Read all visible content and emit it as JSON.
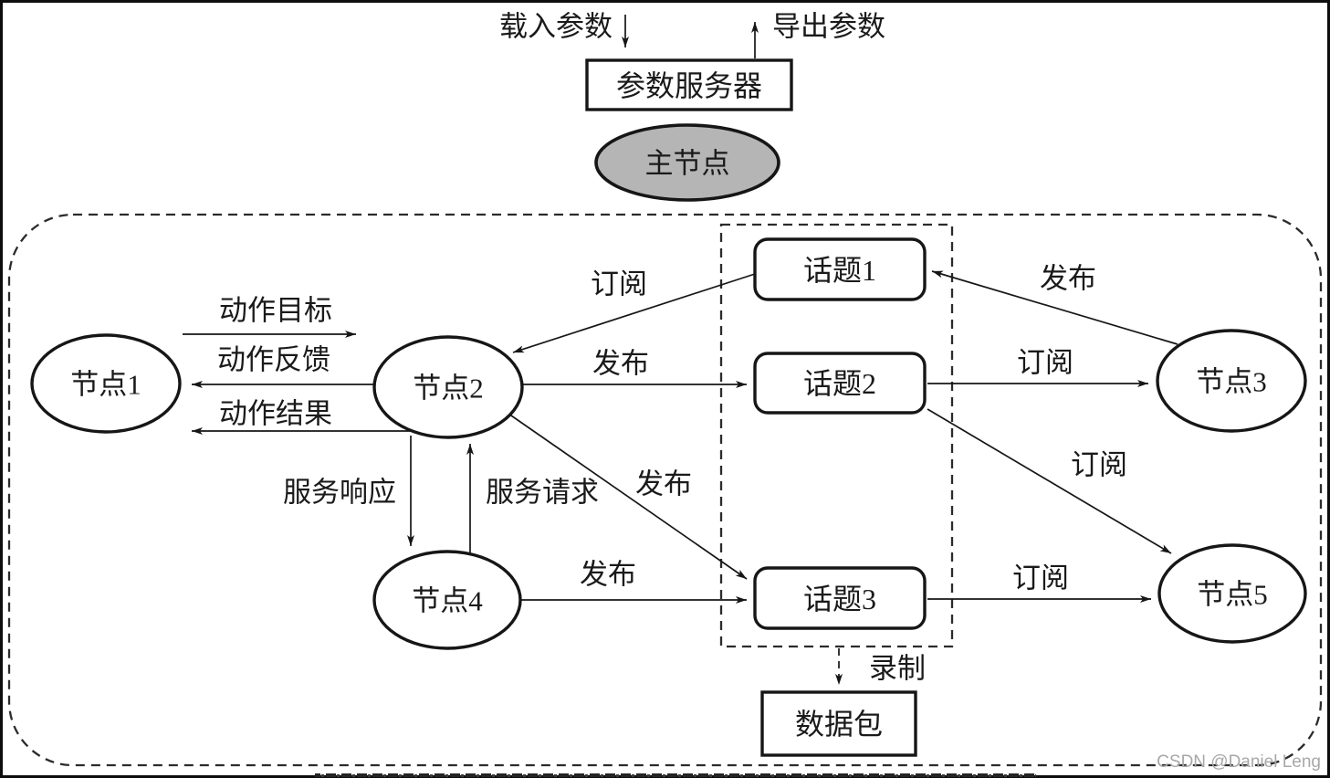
{
  "header": {
    "load_params": "载入参数",
    "export_params": "导出参数",
    "param_server": "参数服务器",
    "master_node": "主节点"
  },
  "nodes": [
    {
      "id": "node1",
      "label": "节点1"
    },
    {
      "id": "node2",
      "label": "节点2"
    },
    {
      "id": "node3",
      "label": "节点3"
    },
    {
      "id": "node4",
      "label": "节点4"
    },
    {
      "id": "node5",
      "label": "节点5"
    }
  ],
  "topics": [
    {
      "id": "topic1",
      "label": "话题1"
    },
    {
      "id": "topic2",
      "label": "话题2"
    },
    {
      "id": "topic3",
      "label": "话题3"
    }
  ],
  "bag": {
    "label": "数据包"
  },
  "edges": [
    {
      "name": "action-goal",
      "label": "动作目标"
    },
    {
      "name": "action-feedback",
      "label": "动作反馈"
    },
    {
      "name": "action-result",
      "label": "动作结果"
    },
    {
      "name": "service-response",
      "label": "服务响应"
    },
    {
      "name": "service-request",
      "label": "服务请求"
    },
    {
      "name": "subscribe-topic1-node2",
      "label": "订阅"
    },
    {
      "name": "publish-node2-topic2",
      "label": "发布"
    },
    {
      "name": "publish-node2-topic3",
      "label": "发布"
    },
    {
      "name": "publish-node4-topic3",
      "label": "发布"
    },
    {
      "name": "publish-node3-topic1",
      "label": "发布"
    },
    {
      "name": "subscribe-topic2-node3",
      "label": "订阅"
    },
    {
      "name": "subscribe-topic2-node5",
      "label": "订阅"
    },
    {
      "name": "subscribe-topic3-node5",
      "label": "订阅"
    },
    {
      "name": "record",
      "label": "录制"
    }
  ],
  "watermark": "CSDN @Daniel Leng",
  "colors": {
    "master_node_fill": "#b5b5b5",
    "line": "#161616",
    "watermark": "#a8a8a8"
  }
}
